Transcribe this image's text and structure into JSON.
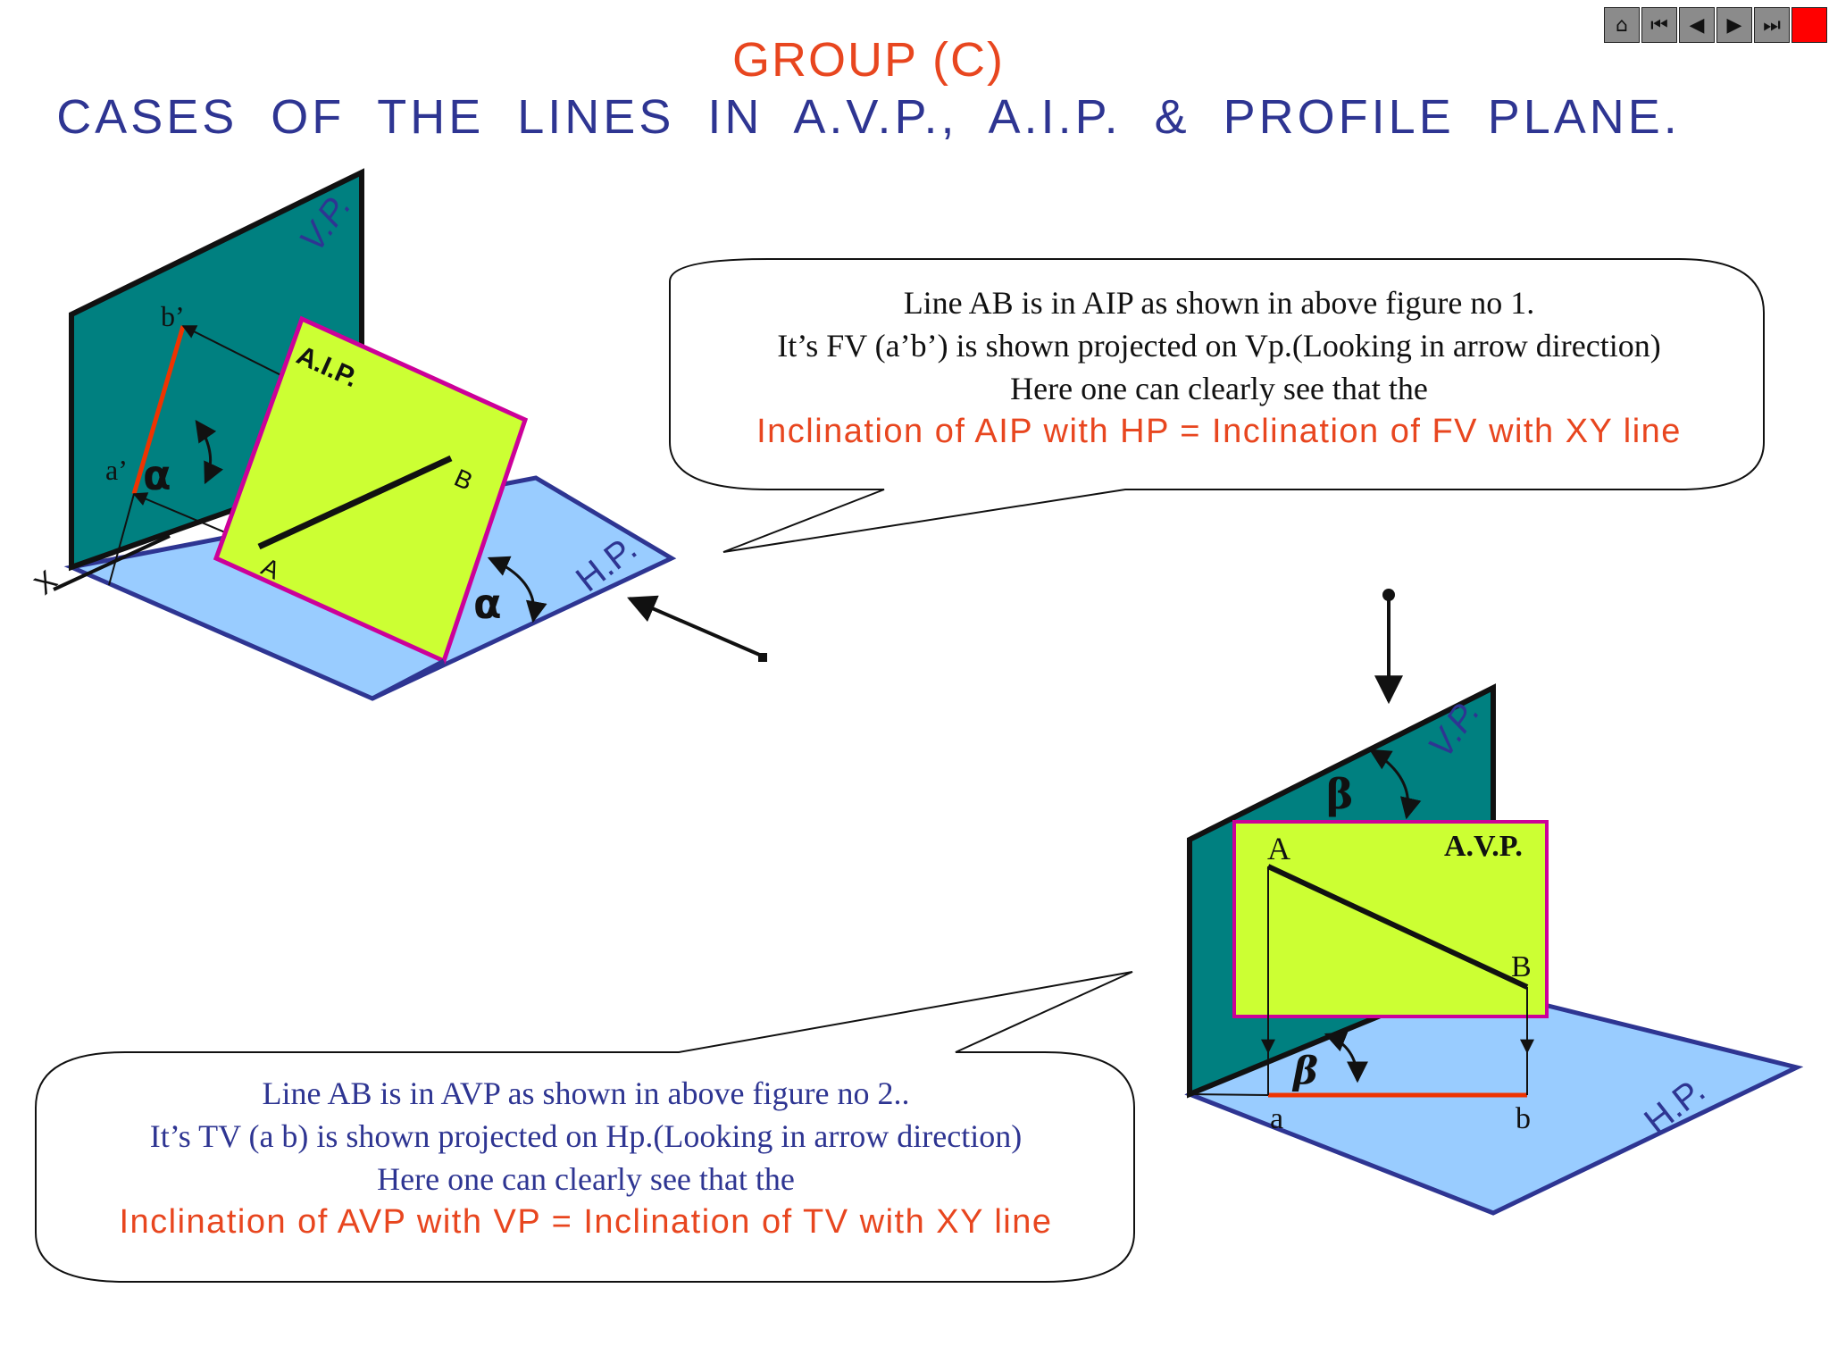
{
  "header": {
    "group_title": "GROUP (C)",
    "subtitle": "CASES OF THE LINES IN A.V.P., A.I.P. & PROFILE PLANE."
  },
  "nav_icons": [
    "home-icon",
    "first-slide-icon",
    "previous-slide-icon",
    "next-slide-icon",
    "last-slide-icon",
    "stop-icon"
  ],
  "figure1": {
    "vp_label": "V.P.",
    "hp_label": "H.P.",
    "aip_label": "A.I.P.",
    "x_label": "X",
    "point_a": "A",
    "point_b": "B",
    "point_a_prime": "a’",
    "point_b_prime": "b’",
    "angle_symbol": "α"
  },
  "figure2": {
    "vp_label": "V.P.",
    "hp_label": "H.P.",
    "avp_label": "A.V.P.",
    "point_a": "A",
    "point_b": "B",
    "point_a_small": "a",
    "point_b_small": "b",
    "angle_symbol": "β"
  },
  "callout1": {
    "line1": "Line AB is in AIP as shown in above figure no 1.",
    "line2": "It’s FV (a’b’) is shown projected on Vp.(Looking in arrow direction)",
    "line3": "Here one can clearly see that the",
    "highlight": "Inclination of AIP with HP = Inclination of FV with XY line"
  },
  "callout2": {
    "line1": "Line AB is in AVP as shown in above figure no 2..",
    "line2": "It’s TV (a b) is shown projected on Hp.(Looking in arrow direction)",
    "line3": "Here one can clearly see that the",
    "highlight": "Inclination of AVP with VP = Inclination of TV with XY line"
  },
  "colors": {
    "title_red": "#e8461f",
    "title_blue": "#2e3592",
    "vp_teal": "#008080",
    "hp_blue": "#99ccff",
    "plane_yellow": "#ccff33",
    "plane_border": "#cc0099",
    "projection_red": "#ee3300"
  }
}
